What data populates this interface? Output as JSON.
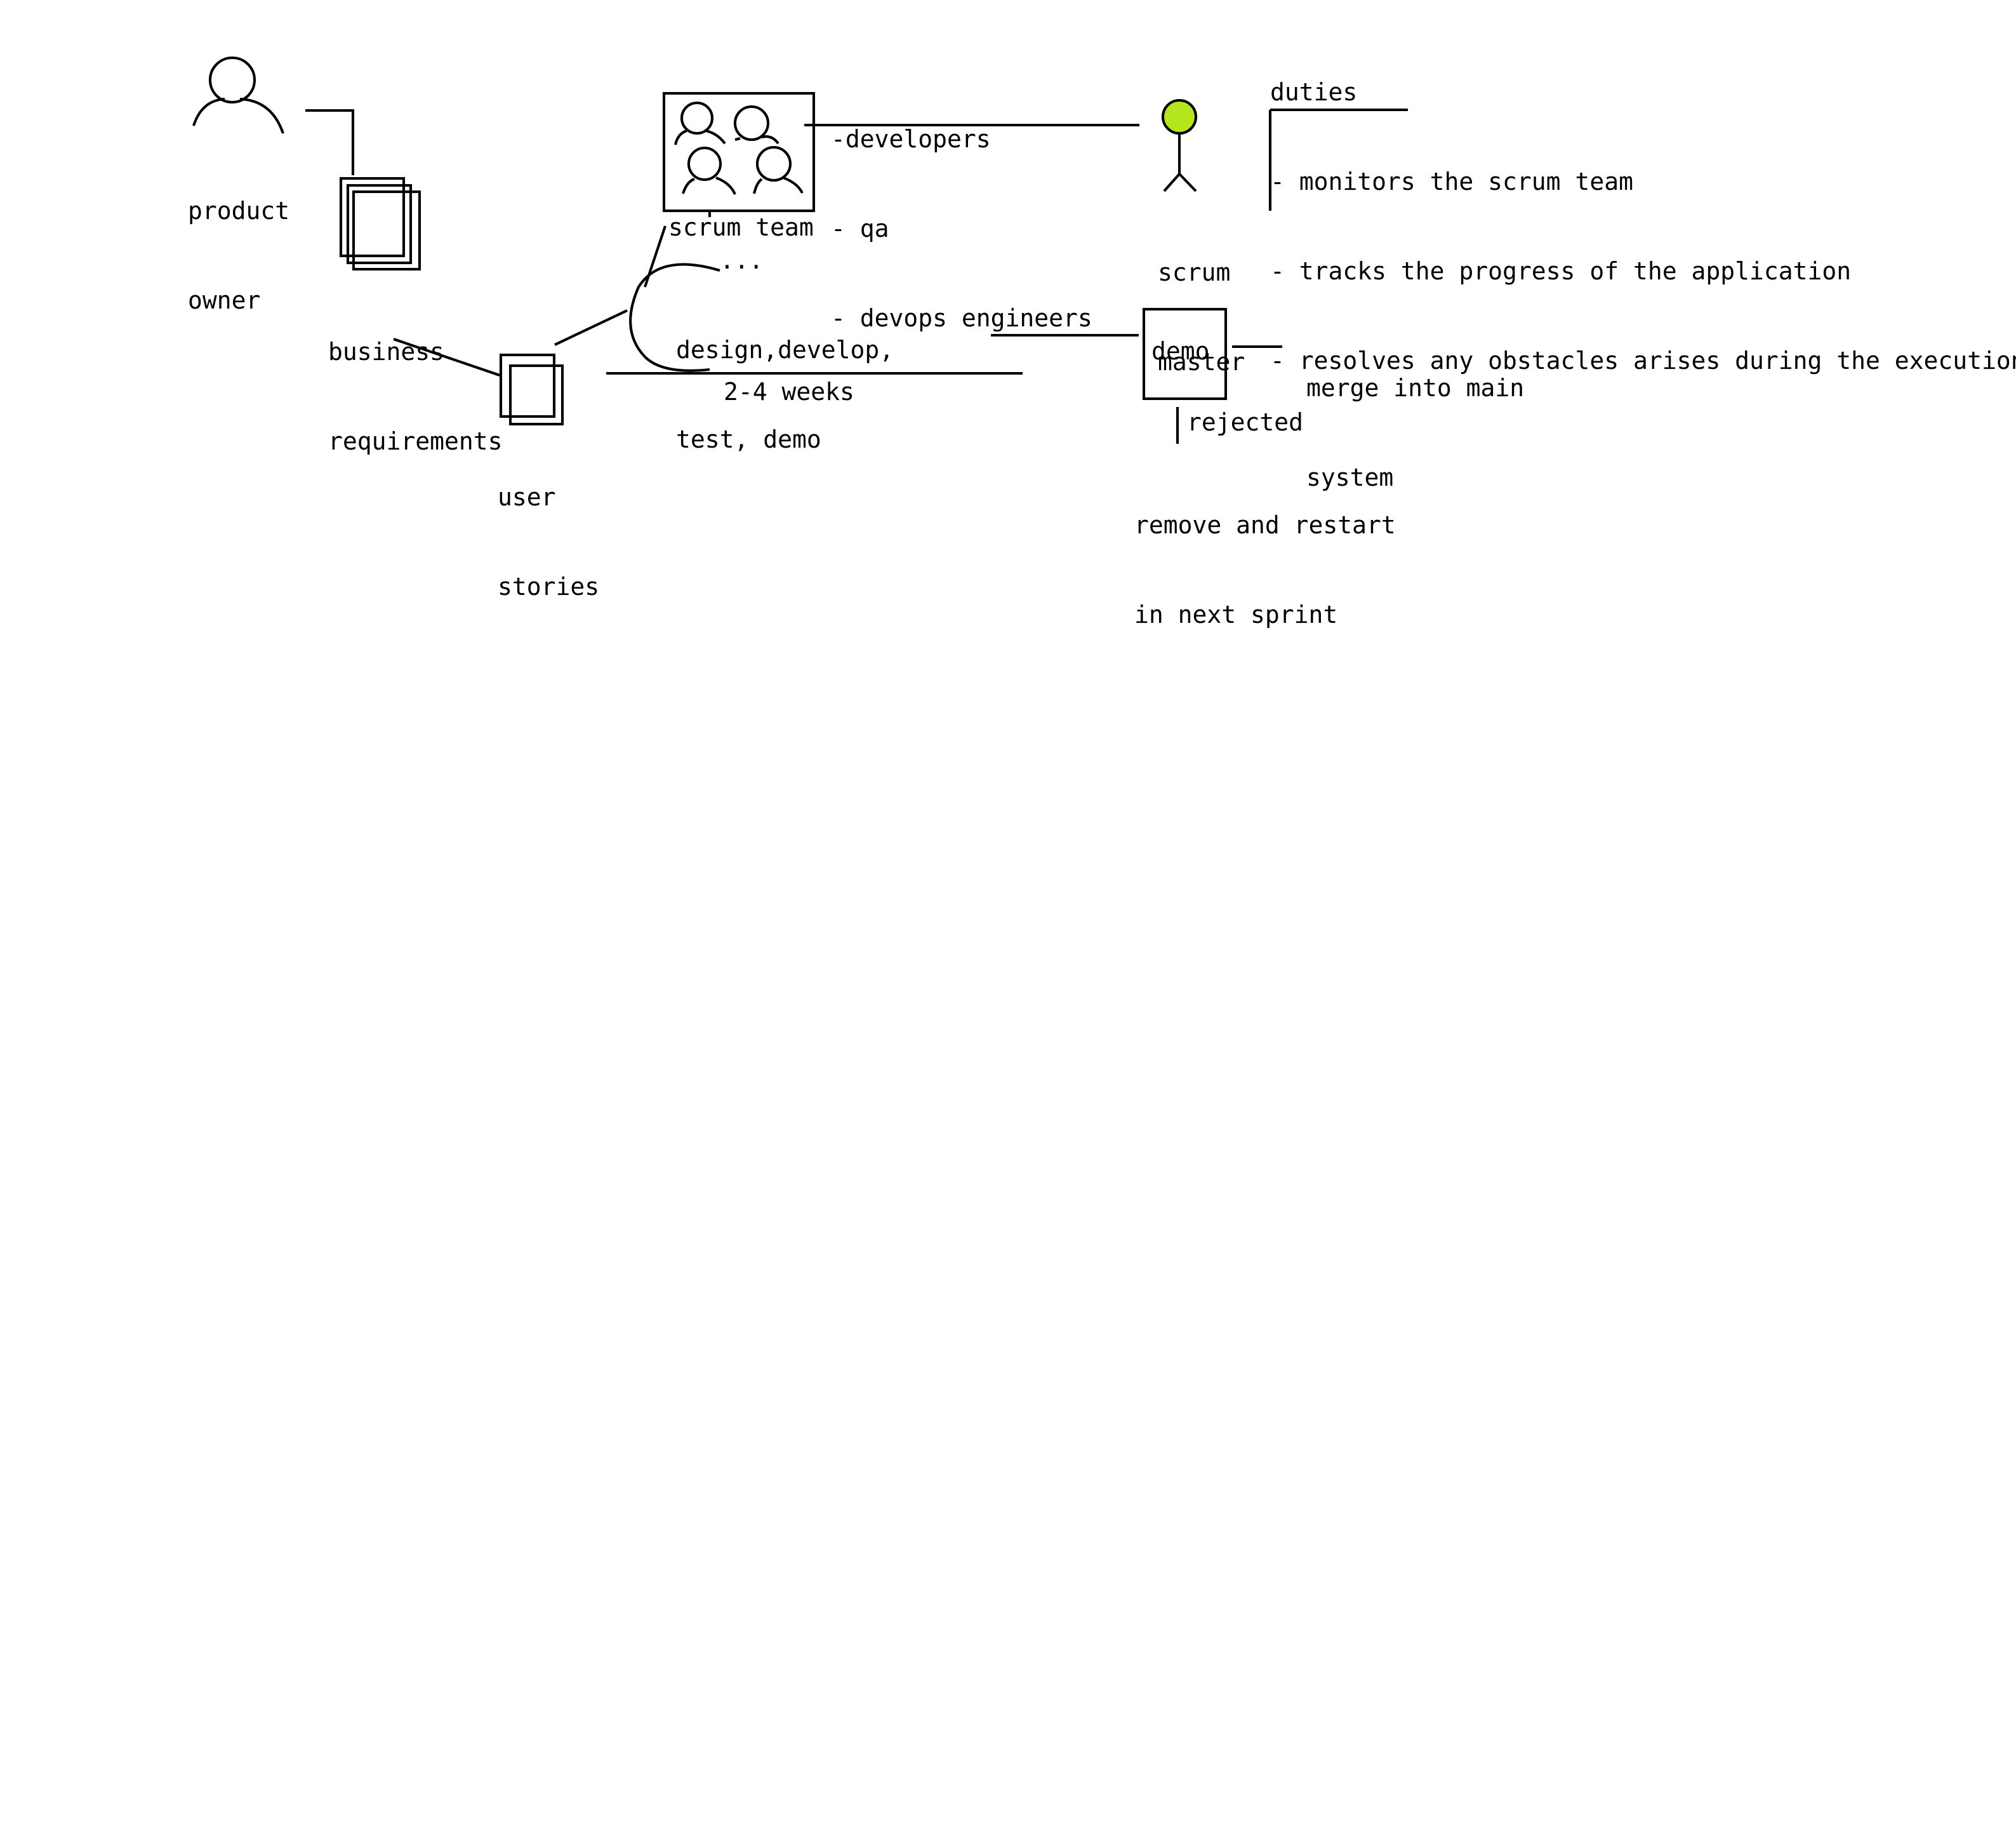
{
  "colors": {
    "line": "#000000",
    "scrum_master_head": "#b5e61d",
    "background": "#ffffff"
  },
  "icons": {
    "product_owner": "person-icon",
    "scrum_team": "group-icon",
    "scrum_master": "stick-figure-icon",
    "business_requirements": "document-stack-icon",
    "user_stories": "document-stack-icon",
    "sprint_cycle": "cycle-arc-icon"
  },
  "labels": {
    "product_owner": [
      "product",
      "owner"
    ],
    "business_requirements": [
      "business",
      "requirements"
    ],
    "user_stories": [
      "user",
      "stories"
    ],
    "scrum_team": "scrum team",
    "team_roles": [
      "-developers",
      "- qa",
      "- devops engineers"
    ],
    "scrum_master": [
      "scrum",
      "master"
    ],
    "duties_title": "duties",
    "duties": [
      "- monitors the scrum team",
      "- tracks the progress of the application",
      "- resolves any obstacles arises during the execution"
    ],
    "ellipsis": "...",
    "sprint_activities": [
      "design,develop,",
      "test, demo"
    ],
    "sprint_length": "2-4 weeks",
    "demo": "demo",
    "accepted_outcome": [
      "merge into main",
      "system"
    ],
    "rejected": "rejected",
    "rejected_outcome": [
      "remove and restart",
      "in next sprint"
    ]
  }
}
